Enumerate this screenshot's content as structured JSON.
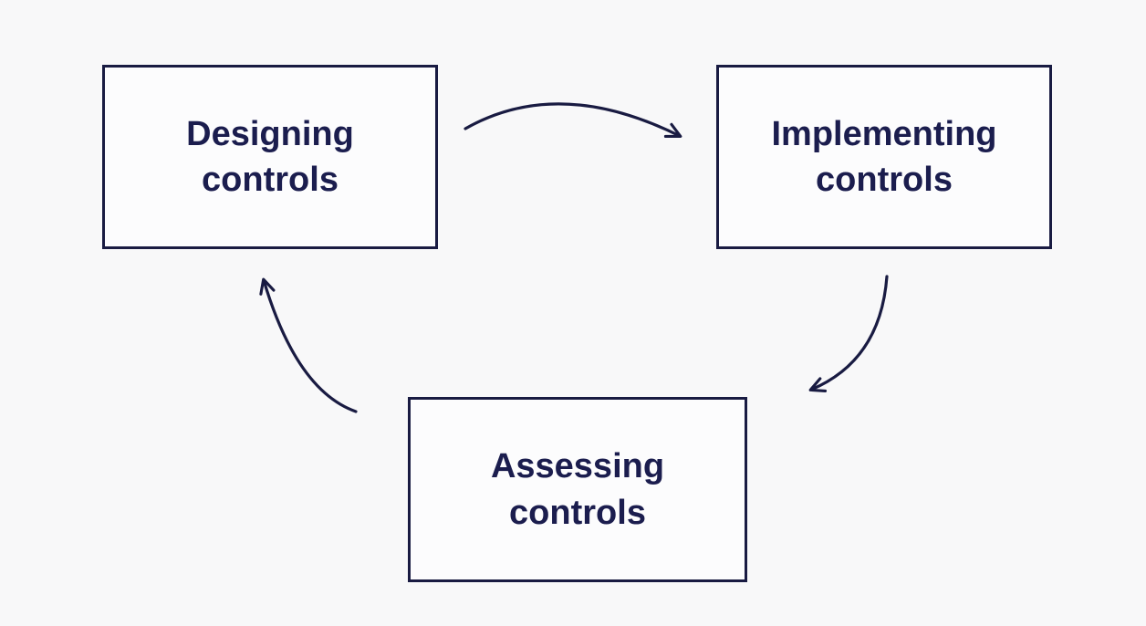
{
  "diagram": {
    "type": "cycle",
    "nodes": [
      {
        "id": "designing",
        "label": "Designing controls"
      },
      {
        "id": "implementing",
        "label": "Implementing controls"
      },
      {
        "id": "assessing",
        "label": "Assessing controls"
      }
    ],
    "edges": [
      {
        "from": "designing",
        "to": "implementing",
        "style": "curved-arrow"
      },
      {
        "from": "implementing",
        "to": "assessing",
        "style": "curved-arrow"
      },
      {
        "from": "assessing",
        "to": "designing",
        "style": "curved-arrow"
      }
    ],
    "colors": {
      "background": "#f8f8f9",
      "box_fill": "#fcfcfd",
      "ink": "#191b42",
      "text": "#1b1d4e"
    }
  }
}
